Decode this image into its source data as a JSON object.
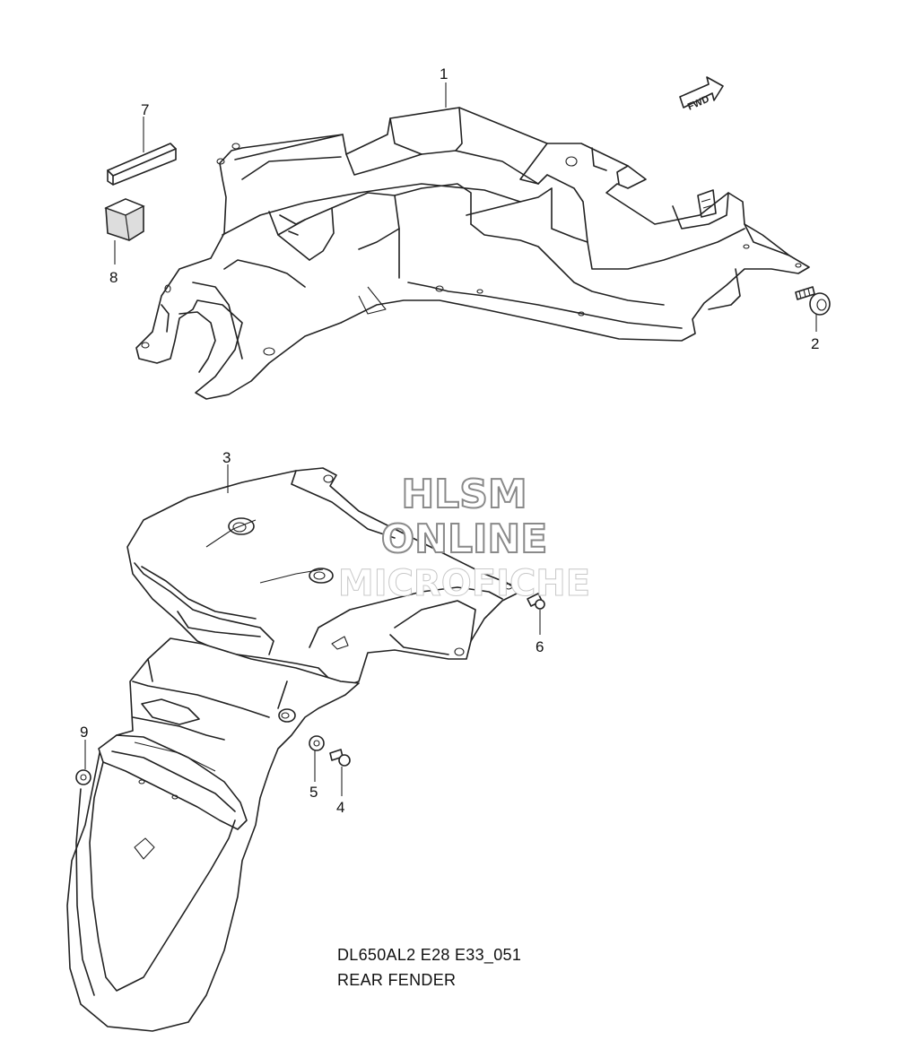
{
  "watermark": {
    "line1": "HLSM",
    "line2": "ONLINE",
    "line3": "MICROFICHE"
  },
  "caption": {
    "code": "DL650AL2 E28 E33_051",
    "title": "REAR FENDER"
  },
  "arrow_label": "FWD",
  "callouts": {
    "c1": "1",
    "c2": "2",
    "c3": "3",
    "c4": "4",
    "c5": "5",
    "c6": "6",
    "c7": "7",
    "c8": "8",
    "c9": "9"
  }
}
